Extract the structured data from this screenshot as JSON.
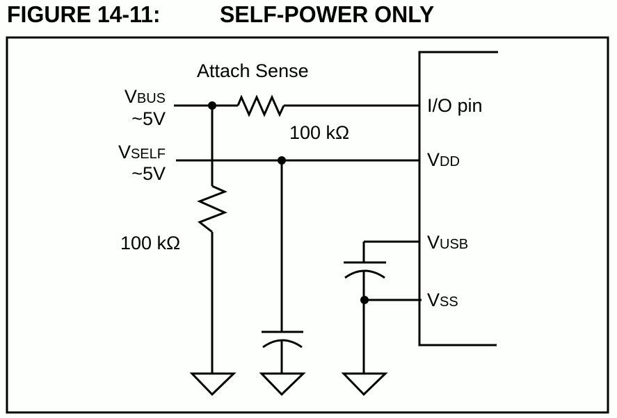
{
  "figure": {
    "number": "FIGURE 14-11:",
    "title": "SELF-POWER ONLY"
  },
  "labels": {
    "attach_sense": "Attach Sense",
    "vbus_main": "V",
    "vbus_sub": "BUS",
    "vbus_voltage": "~5V",
    "vself_main": "V",
    "vself_sub": "SELF",
    "vself_voltage": "~5V",
    "resistor_series_value": "100 kΩ",
    "resistor_pulldown_value": "100 kΩ"
  },
  "pins": {
    "io": "I/O pin",
    "vdd_main": "V",
    "vdd_sub": "DD",
    "vusb_main": "V",
    "vusb_sub": "USB",
    "vss_main": "V",
    "vss_sub": "SS"
  },
  "colors": {
    "line": "#000000",
    "background": "#fcfffc"
  }
}
